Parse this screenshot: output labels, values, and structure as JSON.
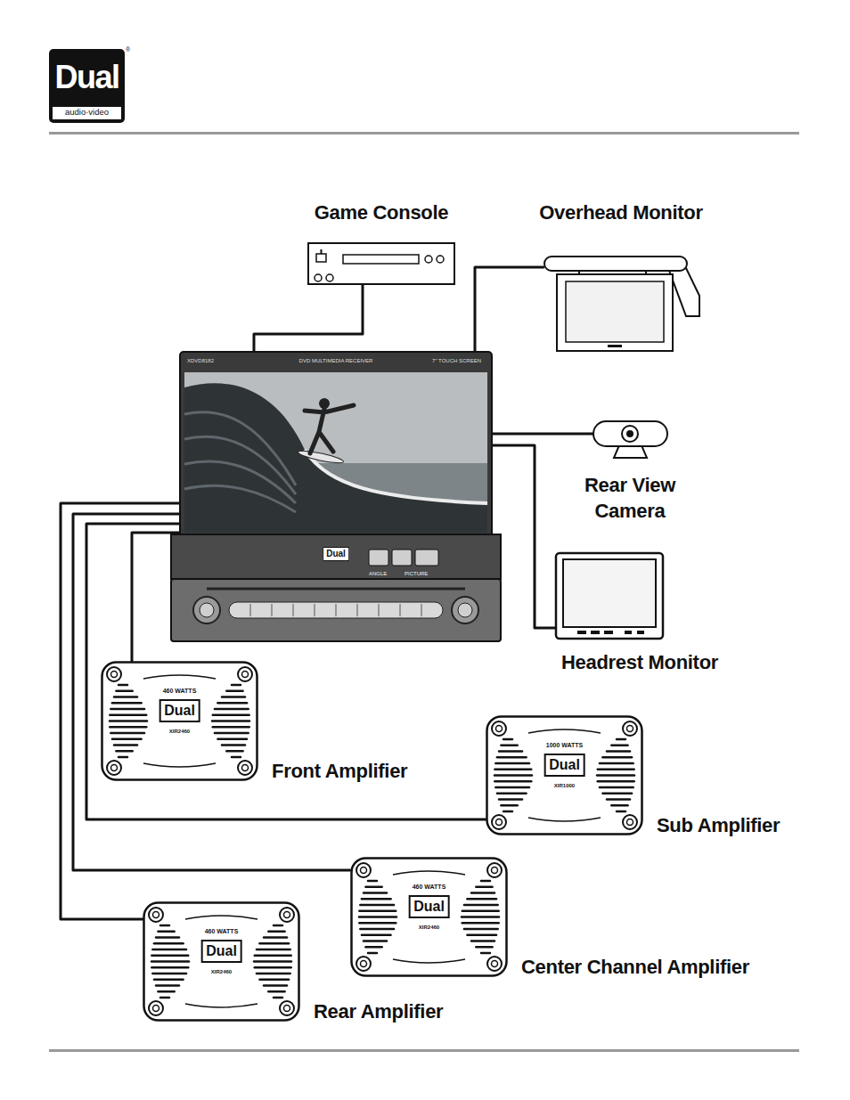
{
  "diagram": {
    "nodes": [
      {
        "text": [
          "Game Console"
        ]
      },
      {
        "text": [
          "Overhead Monitor"
        ]
      },
      {
        "text": [
          "XDVD8182",
          "DVD MULTIMEDIA RECEIVER",
          "7\" TOUCH SCREEN",
          "Dual",
          "ANGLE",
          "PICTURE"
        ]
      },
      {
        "text": [
          "Rear View Camera"
        ]
      },
      {
        "text": [
          "Headrest Monitor"
        ]
      },
      {
        "text": [
          "460 WATTS",
          "Dual",
          "XIR2460",
          "Front Amplifier"
        ]
      },
      {
        "text": [
          "1000 WATTS",
          "Dual",
          "XIR1000",
          "Sub Amplifier"
        ]
      },
      {
        "text": [
          "460 WATTS",
          "Dual",
          "XIR2460",
          "Center Channel Amplifier"
        ]
      },
      {
        "text": [
          "460 WATTS",
          "Dual",
          "XIR2460",
          "Rear Amplifier"
        ]
      }
    ],
    "edges": [
      {
        "from": 2,
        "to": 0,
        "arrow": "none"
      },
      {
        "from": 2,
        "to": 1,
        "arrow": "none"
      },
      {
        "from": 2,
        "to": 3,
        "arrow": "none"
      },
      {
        "from": 2,
        "to": 4,
        "arrow": "none"
      },
      {
        "from": 2,
        "to": 5,
        "arrow": "none"
      },
      {
        "from": 2,
        "to": 6,
        "arrow": "none"
      },
      {
        "from": 2,
        "to": 7,
        "arrow": "none"
      },
      {
        "from": 2,
        "to": 8,
        "arrow": "none"
      }
    ],
    "labels": [
      "Dual",
      "audio·video",
      "®"
    ]
  }
}
